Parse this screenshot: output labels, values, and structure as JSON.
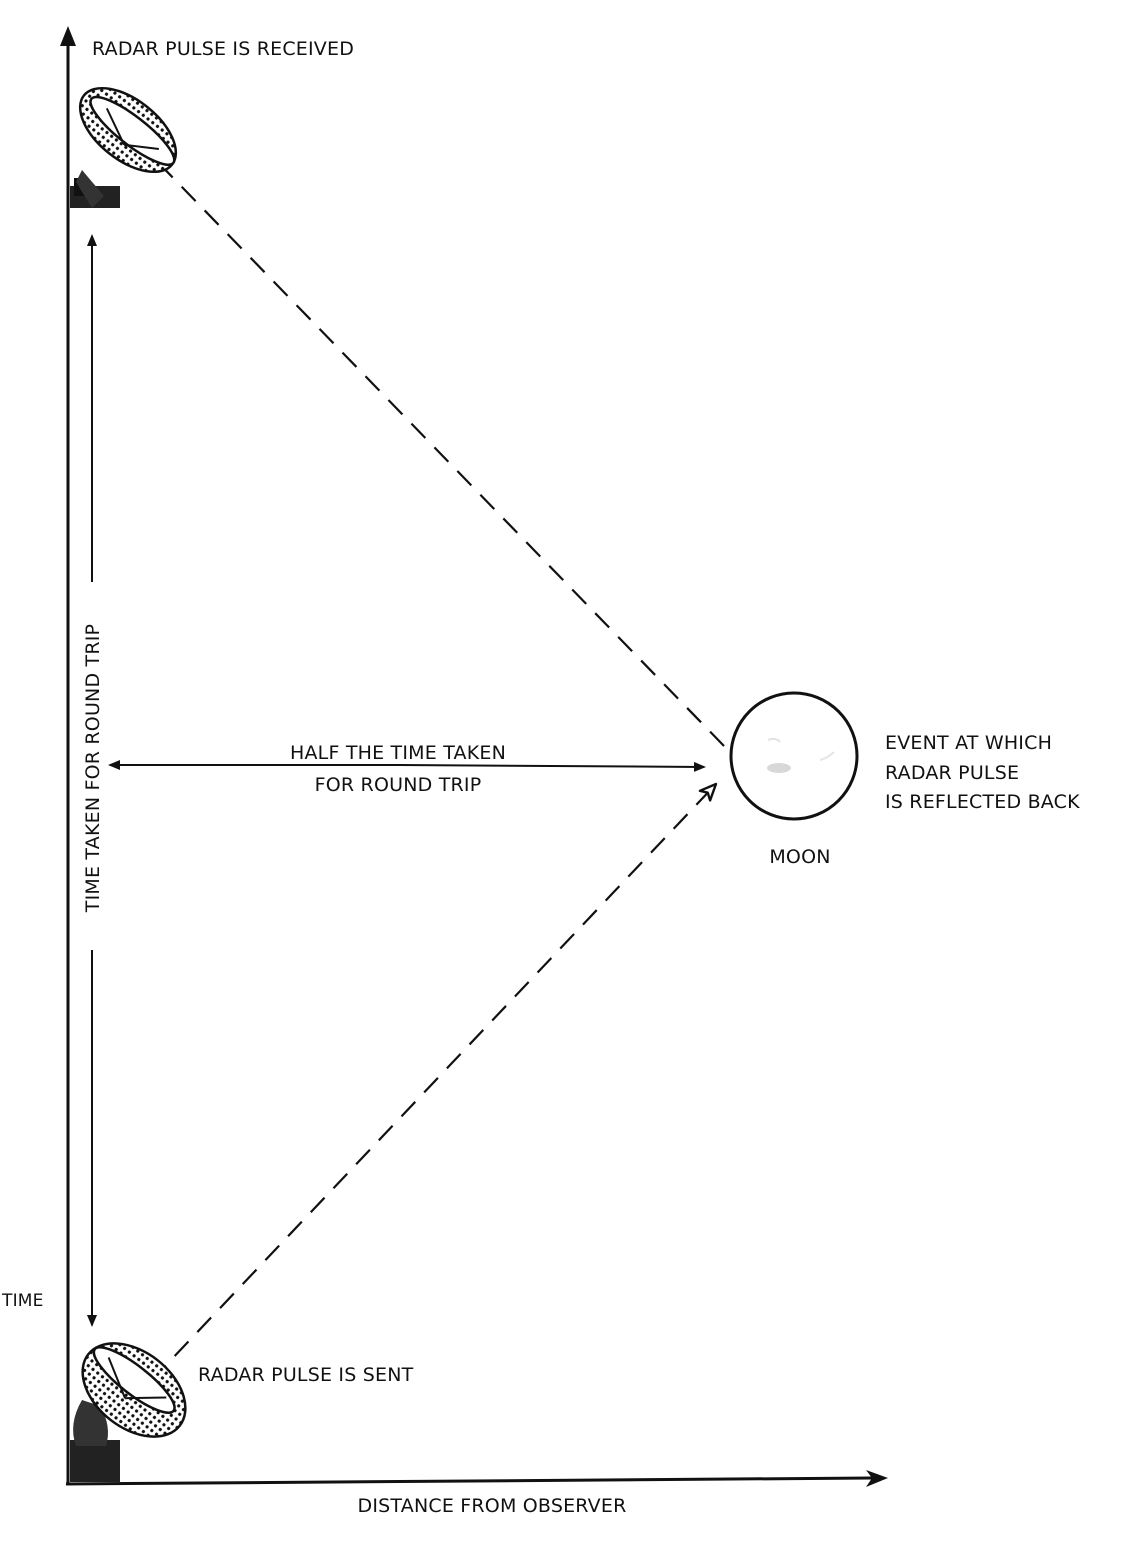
{
  "labels": {
    "received": "RADAR PULSE IS RECEIVED",
    "sent": "RADAR PULSE IS SENT",
    "half_time_line1": "HALF THE TIME TAKEN",
    "half_time_line2": "FOR ROUND TRIP",
    "round_trip": "TIME TAKEN FOR ROUND TRIP",
    "event_line1": "EVENT AT WHICH",
    "event_line2": "RADAR PULSE",
    "event_line3": "IS REFLECTED BACK",
    "moon": "MOON",
    "time_axis": "TIME",
    "distance_axis": "DISTANCE FROM OBSERVER"
  },
  "colors": {
    "ink": "#111111",
    "paper": "#ffffff"
  },
  "icons": [
    "radar-dish-icon",
    "moon-icon"
  ]
}
